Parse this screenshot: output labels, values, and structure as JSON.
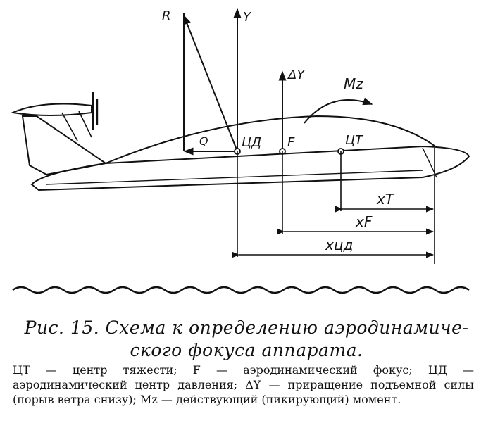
{
  "labels": {
    "R": "R",
    "Y": "Y",
    "dY": "ΔY",
    "Mz": "Mz",
    "Q": "Q",
    "cd": "ЦД",
    "F": "F",
    "ct": "ЦТ",
    "xT": "xT",
    "xF": "xF",
    "xcd": "xцд"
  },
  "caption": {
    "line1": "Рис. 15. Схема к определению аэродинамиче-",
    "line2": "ского фокуса аппарата."
  },
  "legend": "ЦТ — центр тяжести; F — аэродинамический фокус; ЦД — аэродинамический центр давления; ΔY — приращение подъемной силы (порыв ветра снизу); Mz — действующий (пикирующий) момент."
}
